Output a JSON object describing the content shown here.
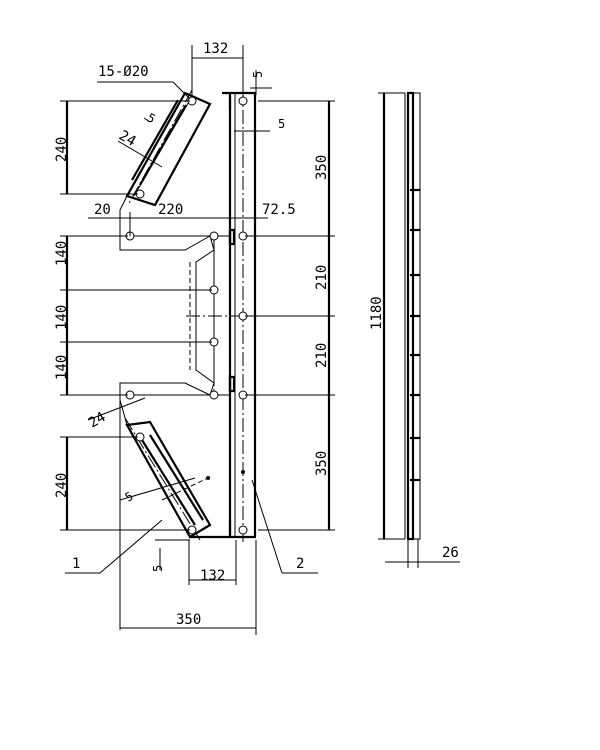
{
  "drawing": {
    "labels": {
      "holes": "15-Ø20",
      "top_width": "132",
      "bottom_width": "132",
      "overall_width": "350",
      "top_gap_small": "5",
      "top_right_offset": "5",
      "bottom_small": "5",
      "upper_slot_offset": "5",
      "upper_slot_width": "24",
      "lower_slot_width": "24",
      "lower_slot_offset": "5",
      "left_upper_height": "240",
      "left_lower_height": "240",
      "left_gap_1": "140",
      "left_gap_2": "140",
      "left_gap_3": "140",
      "mid_left": "20",
      "mid_center": "220",
      "mid_right": "72.5",
      "right_350_top": "350",
      "right_210_a": "210",
      "right_210_b": "210",
      "right_350_bottom": "350",
      "side_total": "1180",
      "side_thickness": "26",
      "part_1": "1",
      "part_2": "2"
    }
  }
}
